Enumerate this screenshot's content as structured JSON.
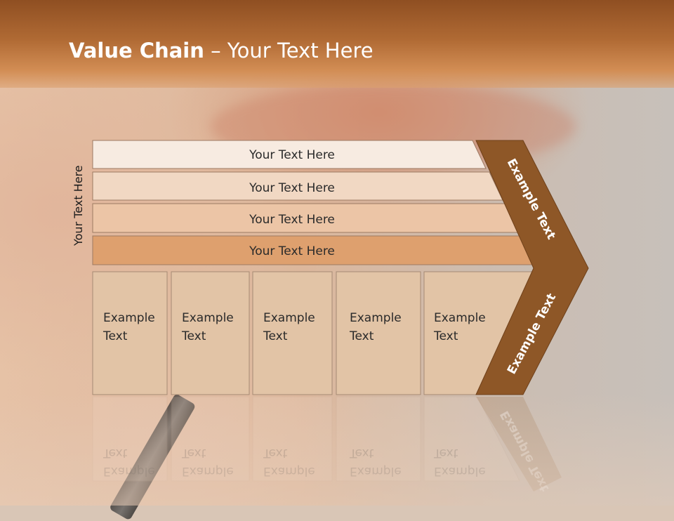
{
  "slide": {
    "title_bold": "Value Chain",
    "title_rest": " – Your Text Here",
    "side_label": "Your Text Here"
  },
  "bars": [
    {
      "label": "Your Text Here",
      "color": "#f7ebe1"
    },
    {
      "label": "Your Text Here",
      "color": "#f1d8c3"
    },
    {
      "label": "Your Text Here",
      "color": "#ecc5a6"
    },
    {
      "label": "Your Text Here",
      "color": "#dea06e"
    }
  ],
  "columns": [
    {
      "line1": "Example",
      "line2": "Text"
    },
    {
      "line1": "Example",
      "line2": "Text"
    },
    {
      "line1": "Example",
      "line2": "Text"
    },
    {
      "line1": "Example",
      "line2": "Text"
    },
    {
      "line1": "Example",
      "line2": "Text"
    }
  ],
  "chevron": {
    "top_label": "Example Text",
    "bottom_label": "Example Text",
    "color": "#8e5727"
  }
}
